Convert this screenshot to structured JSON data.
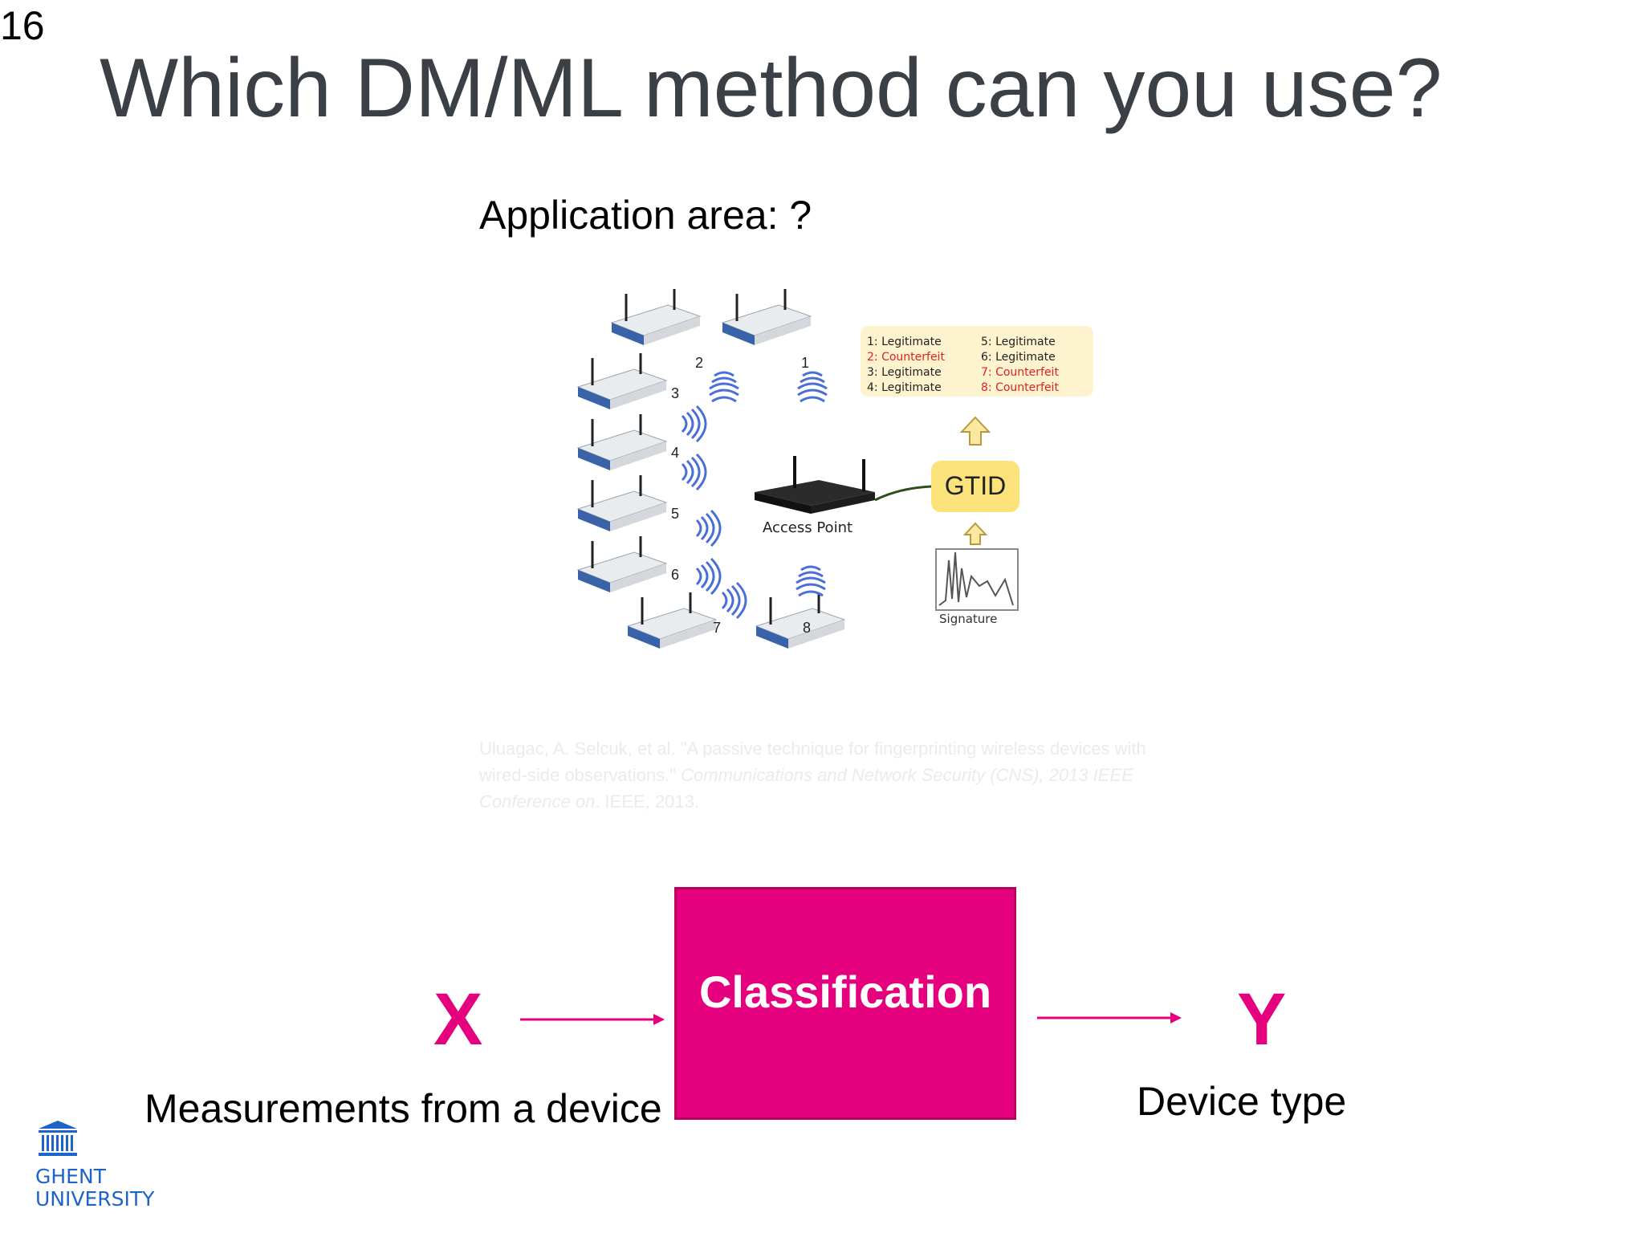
{
  "slide_number": "16",
  "title": "Which DM/ML method can you use?",
  "application_area": "Application area: ?",
  "figure": {
    "routers": [
      {
        "label": "1"
      },
      {
        "label": "2"
      },
      {
        "label": "3"
      },
      {
        "label": "4"
      },
      {
        "label": "5"
      },
      {
        "label": "6"
      },
      {
        "label": "7"
      },
      {
        "label": "8"
      }
    ],
    "access_point_label": "Access Point",
    "gtid_label": "GTID",
    "signature_label": "Signature",
    "result_left": [
      "1: Legitimate",
      "2: Counterfeit",
      "3: Legitimate",
      "4: Legitimate"
    ],
    "result_right": [
      "5: Legitimate",
      "6: Legitimate",
      "7: Counterfeit",
      "8: Counterfeit"
    ],
    "counterfeit_color": "#e02020",
    "legit_color": "#222222"
  },
  "citation": {
    "part1": "Uluagac, A. Selcuk, et al. \"A passive technique for fingerprinting wireless devices with wired-side observations.\" ",
    "part2": "Communications and Network Security (CNS), 2013 IEEE Conference on",
    "part3": ". IEEE, 2013."
  },
  "diagram": {
    "input_var": "X",
    "input_desc": "Measurements from a device",
    "process_label": "Classification",
    "output_var": "Y",
    "output_desc": "Device type",
    "accent_color": "#e5007d"
  },
  "logo": {
    "line1": "GHENT",
    "line2": "UNIVERSITY",
    "color": "#1e64c8"
  }
}
